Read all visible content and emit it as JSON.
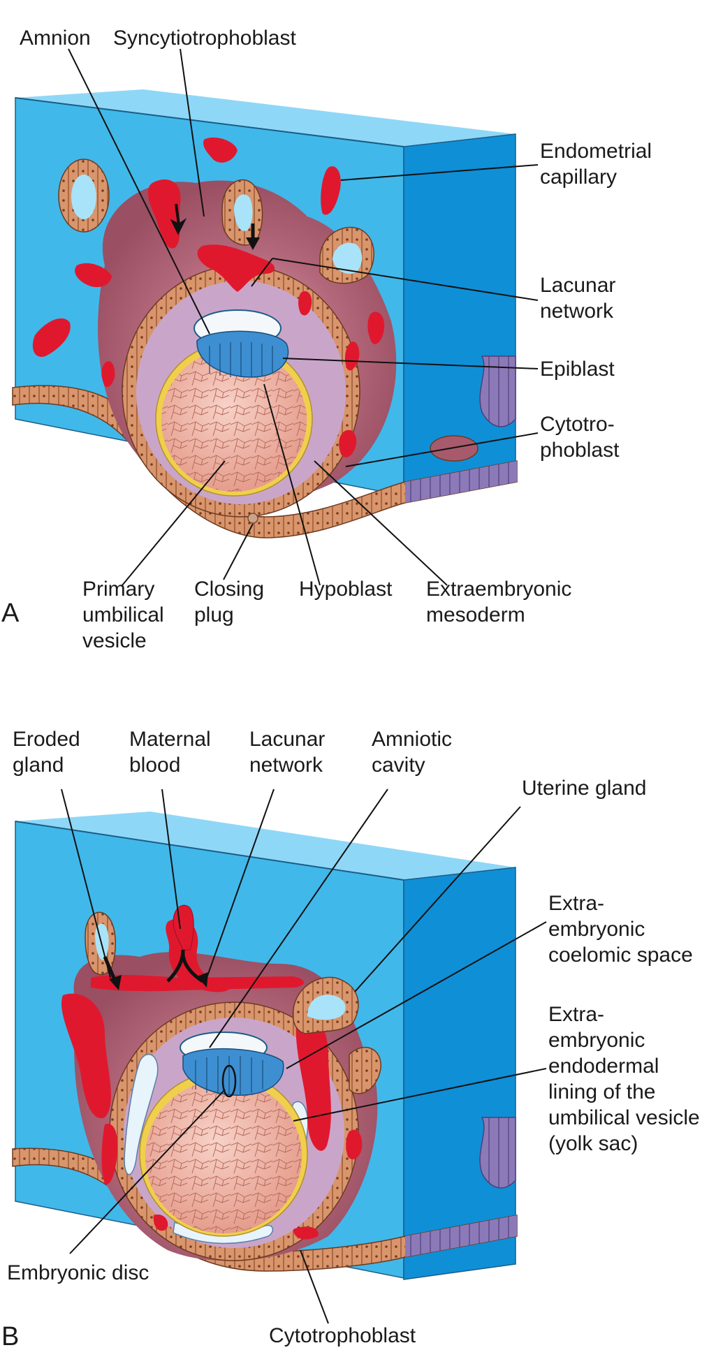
{
  "panel_a": {
    "letter": "A",
    "labels": {
      "amnion": "Amnion",
      "syncytiotrophoblast": "Syncytiotrophoblast",
      "endometrial_capillary": [
        "Endometrial",
        "capillary"
      ],
      "lacunar_network": [
        "Lacunar",
        "network"
      ],
      "epiblast": "Epiblast",
      "cytotrophoblast": [
        "Cytotro-",
        "phoblast"
      ],
      "primary_umbilical_vesicle": [
        "Primary",
        "umbilical",
        "vesicle"
      ],
      "closing_plug": [
        "Closing",
        "plug"
      ],
      "hypoblast": "Hypoblast",
      "extraembryonic_mesoderm": [
        "Extraembryonic",
        "mesoderm"
      ]
    }
  },
  "panel_b": {
    "letter": "B",
    "labels": {
      "eroded_gland": [
        "Eroded",
        "gland"
      ],
      "maternal_blood": [
        "Maternal",
        "blood"
      ],
      "lacunar_network": [
        "Lacunar",
        "network"
      ],
      "amniotic_cavity": [
        "Amniotic",
        "cavity"
      ],
      "uterine_gland": "Uterine gland",
      "extraembryonic_coelomic_space": [
        "Extra-",
        "embryonic",
        "coelomic space"
      ],
      "extraembryonic_endodermal_lining": [
        "Extra-",
        "embryonic",
        "endodermal",
        "lining of the",
        "umbilical vesicle",
        "(yolk sac)"
      ],
      "embryonic_disc": "Embryonic disc",
      "cytotrophoblast": "Cytotrophoblast"
    }
  },
  "colors": {
    "endometrium_front": "#41b8ea",
    "endometrium_top": "#8fd7f7",
    "endometrium_side": "#0f8fd6",
    "syncytio": "#a85a6d",
    "blood": "#e0182e",
    "cyto_cells": "#d8946a",
    "mesoderm": "#c9a6c9",
    "yolk": "#efb1a2",
    "epiblast": "#3d8fd1",
    "hypoblast": "#f0cf4c",
    "epithelium_purple": "#8c7ab8"
  }
}
